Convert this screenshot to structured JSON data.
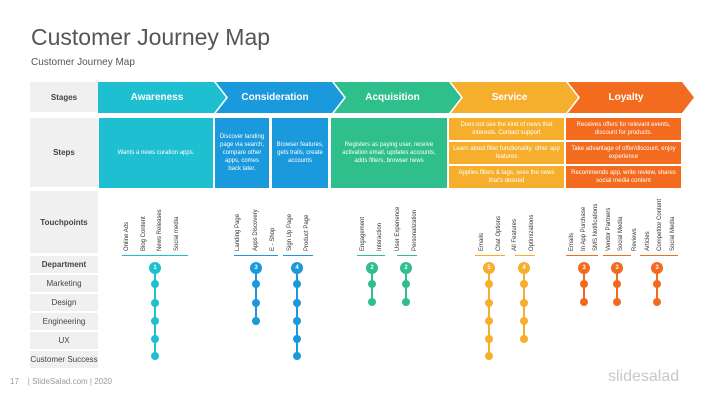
{
  "header": {
    "title": "Customer Journey Map",
    "subtitle": "Customer Journey Map"
  },
  "rows": {
    "stages": "Stages",
    "steps": "Steps",
    "touchpoints": "Touchpoints",
    "department": "Department",
    "departments": [
      "Marketing",
      "Design",
      "Engineering",
      "UX",
      "Customer Success"
    ]
  },
  "colors": {
    "awareness": "#1ebfd1",
    "consideration": "#1a99dc",
    "acquisition": "#2fbf8c",
    "service": "#f6ae2d",
    "loyalty": "#f26b1f"
  },
  "stages": [
    "Awareness",
    "Consideration",
    "Acquisition",
    "Service",
    "Loyalty"
  ],
  "steps": {
    "awareness": "Wants a news curation apps.",
    "consideration_1": "Discover landing page via search, compare other apps, comes back later.",
    "consideration_2": "Browser features, gets trails, create accounts",
    "acquisition": "Registers as paying user, receive activation email, updates accounts, adds filters, browser news",
    "service": [
      "Does not see the kind of news that interests. Contact support",
      "Learn about filter functionality, other app features",
      "Applies filters & tags, sees the news that's desired"
    ],
    "loyalty": [
      "Receives offers for relevant events, discount for products.",
      "Take advantage of offer/discount, enjoy experience",
      "Recommends app, write review, shares social media content"
    ]
  },
  "touchpoints": {
    "awareness": [
      "Online Ads",
      "Blog Content",
      "News Releases",
      "Social media"
    ],
    "consideration_1": [
      "Landing Page",
      "Apps Discovery",
      "E - Shop"
    ],
    "consideration_2": [
      "Sign Up Page",
      "Product Page"
    ],
    "acquisition_1": [
      "Engagement",
      "Interaction",
      "User Experience"
    ],
    "acquisition_2": [
      "Personalization"
    ],
    "service_1": [
      "Emails",
      "Chat Options",
      "All Features"
    ],
    "service_2": [
      "Optimizations"
    ],
    "loyalty_1": [
      "Emails",
      "In App Purchase",
      "SMS Notifications"
    ],
    "loyalty_2": [
      "Vendor Partners",
      "Social Media",
      "Reviews"
    ],
    "loyalty_3": [
      "Articles",
      "Competitor Content",
      "Social Media"
    ]
  },
  "badges": [
    "1",
    "3",
    "4",
    "2",
    "2",
    "5",
    "4",
    "3",
    "3",
    "3"
  ],
  "footer": {
    "page_number": "17",
    "credit": "| SlideSalad.com | 2020",
    "logo": "slidesalad"
  }
}
